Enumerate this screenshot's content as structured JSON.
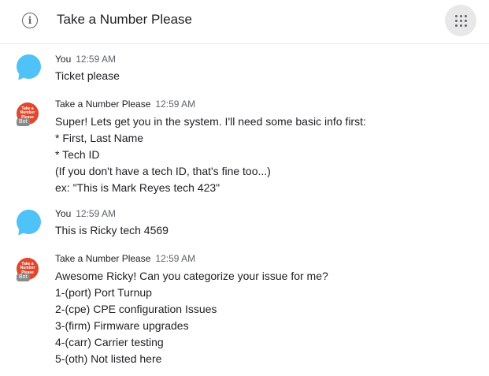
{
  "header": {
    "title": "Take a Number Please",
    "info_icon": "info-icon",
    "apps_icon": "apps-grid-icon"
  },
  "colors": {
    "user_avatar": "#4fc3f7",
    "bot_avatar": "#e0472c",
    "bot_badge": "#8a8a8a"
  },
  "bot_avatar": {
    "logo_lines": [
      "Take a",
      "Number",
      "Please"
    ],
    "badge": "Bot"
  },
  "messages": [
    {
      "sender": "You",
      "time": "12:59 AM",
      "lines": [
        "Ticket please"
      ]
    },
    {
      "sender": "Take a Number Please",
      "time": "12:59 AM",
      "lines": [
        "Super! Lets get you in the system. I'll need some basic info first:",
        "* First, Last Name",
        "* Tech ID",
        "(If you don't have a tech ID, that's fine too...)",
        "ex: \"This is Mark Reyes tech 423\""
      ]
    },
    {
      "sender": "You",
      "time": "12:59 AM",
      "lines": [
        "This is Ricky tech 4569"
      ]
    },
    {
      "sender": "Take a Number Please",
      "time": "12:59 AM",
      "lines": [
        "Awesome Ricky! Can you categorize your issue for me?",
        "1-(port) Port Turnup",
        "2-(cpe) CPE configuration Issues",
        "3-(firm) Firmware upgrades",
        "4-(carr) Carrier testing",
        "5-(oth) Not listed here"
      ]
    }
  ]
}
